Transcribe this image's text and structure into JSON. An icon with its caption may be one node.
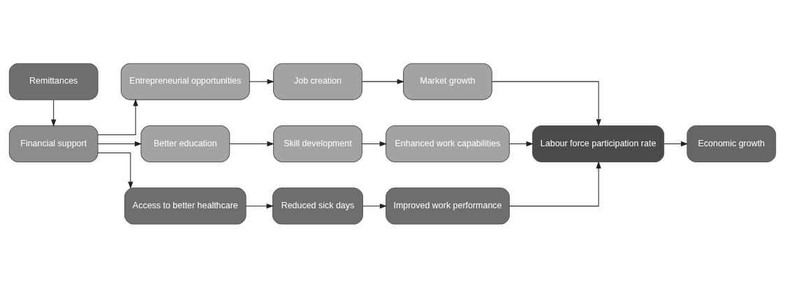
{
  "diagram": {
    "nodes": [
      {
        "text": [
          "Remittances"
        ]
      },
      {
        "text": [
          "Financial support"
        ]
      },
      {
        "text": [
          "Entrepreneurial opportunities"
        ]
      },
      {
        "text": [
          "Job creation"
        ]
      },
      {
        "text": [
          "Market growth"
        ]
      },
      {
        "text": [
          "Better education"
        ]
      },
      {
        "text": [
          "Skill development"
        ]
      },
      {
        "text": [
          "Enhanced work capabilities"
        ]
      },
      {
        "text": [
          "Access to better healthcare"
        ]
      },
      {
        "text": [
          "Reduced sick days"
        ]
      },
      {
        "text": [
          "Improved work performance"
        ]
      },
      {
        "text": [
          "Labour force participation rate"
        ]
      },
      {
        "text": [
          "Economic growth"
        ]
      }
    ],
    "edges": [
      {
        "from": 0,
        "to": 1,
        "arrow": "to"
      },
      {
        "from": 1,
        "to": 2,
        "arrow": "to"
      },
      {
        "from": 1,
        "to": 5,
        "arrow": "to"
      },
      {
        "from": 1,
        "to": 8,
        "arrow": "to"
      },
      {
        "from": 2,
        "to": 3,
        "arrow": "to"
      },
      {
        "from": 3,
        "to": 4,
        "arrow": "to"
      },
      {
        "from": 4,
        "to": 11,
        "arrow": "to"
      },
      {
        "from": 5,
        "to": 6,
        "arrow": "to"
      },
      {
        "from": 6,
        "to": 7,
        "arrow": "to"
      },
      {
        "from": 7,
        "to": 11,
        "arrow": "to"
      },
      {
        "from": 8,
        "to": 9,
        "arrow": "to"
      },
      {
        "from": 9,
        "to": 10,
        "arrow": "to"
      },
      {
        "from": 10,
        "to": 11,
        "arrow": "to"
      },
      {
        "from": 11,
        "to": 12,
        "arrow": "to"
      }
    ]
  }
}
